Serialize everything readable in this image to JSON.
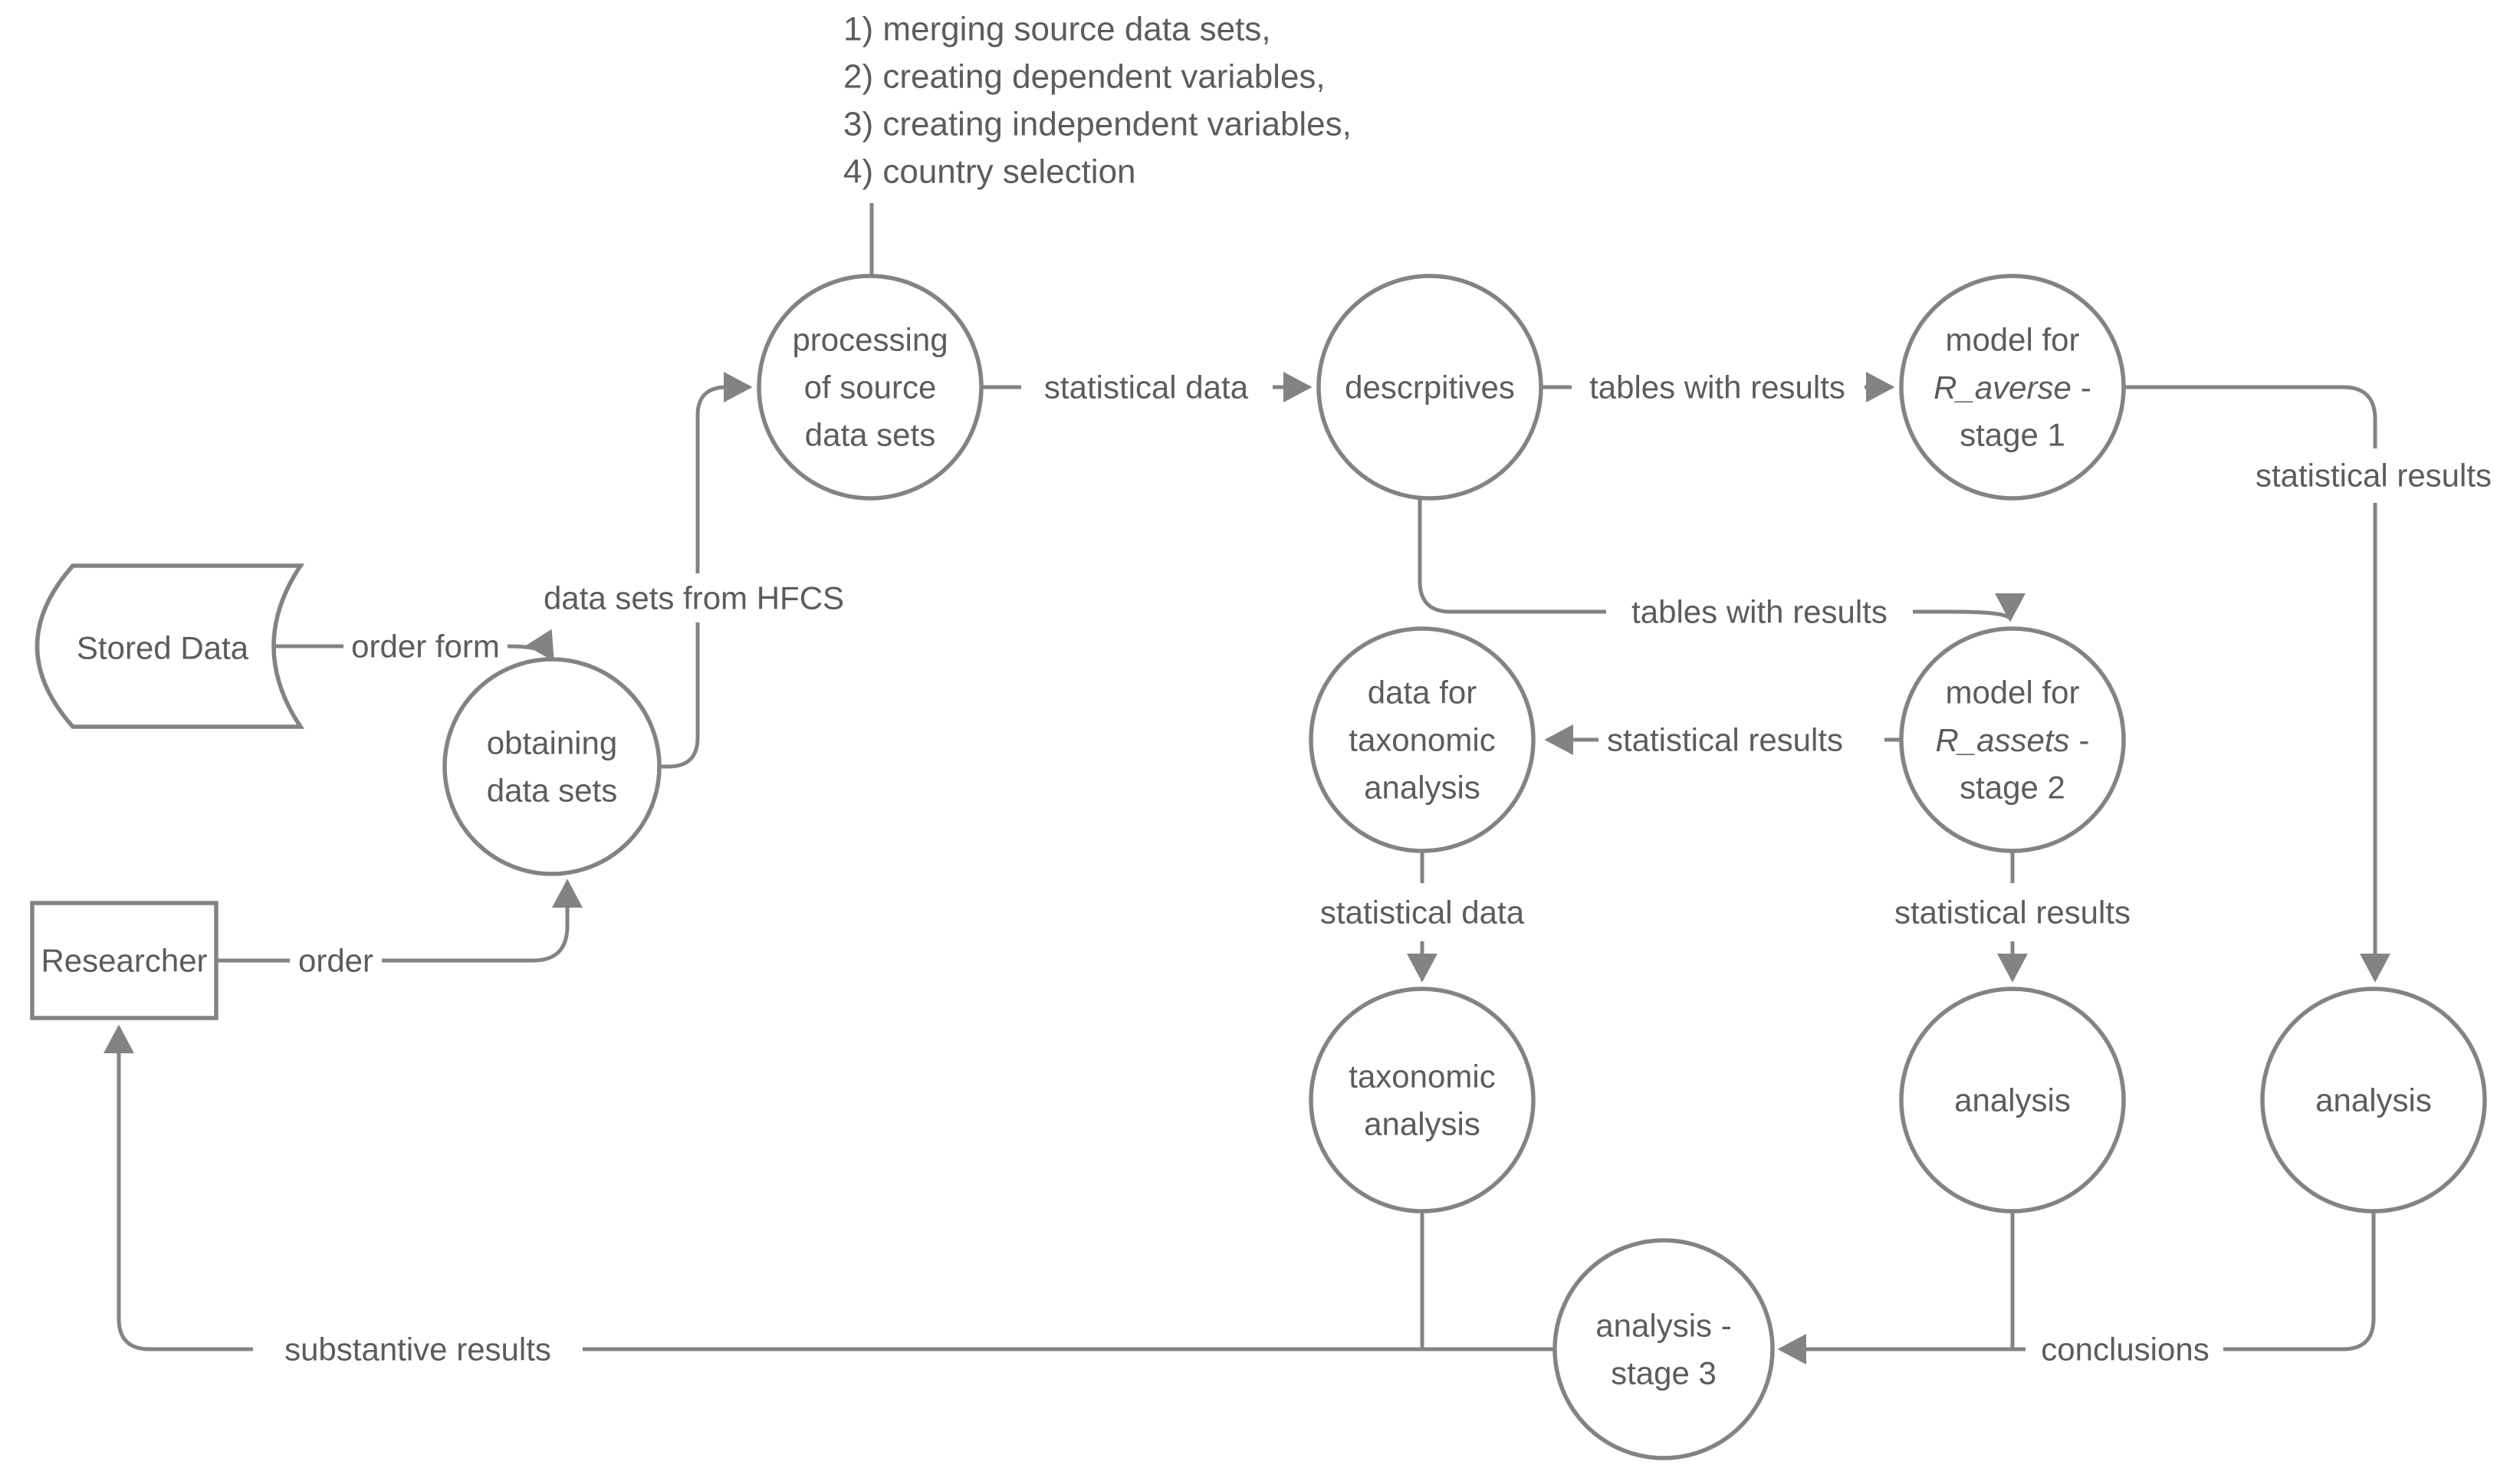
{
  "colors": {
    "line": "#838383",
    "text": "#5c5c5c",
    "stored_data_stroke": "#F8A455",
    "background": "#ffffff"
  },
  "notes": {
    "lines": [
      "1) merging source data sets,",
      "2) creating dependent variables,",
      "3) creating independent variables,",
      "4) country selection"
    ]
  },
  "entities": {
    "stored_data": "Stored Data",
    "researcher": "Researcher"
  },
  "nodes": {
    "obtaining": [
      "obtaining",
      "data sets"
    ],
    "processing": [
      "processing",
      "of source",
      "data sets"
    ],
    "descriptives": [
      "descrpitives"
    ],
    "model_averse": {
      "l1": "model for",
      "l2_italic": "R_averse",
      "l2_dash": "-",
      "l3": "stage 1"
    },
    "data_taxonomic": [
      "data for",
      "taxonomic",
      "analysis"
    ],
    "model_assets": {
      "l1": "model for",
      "l2_italic": "R_assets",
      "l2_dash": "-",
      "l3": "stage 2"
    },
    "taxonomic": [
      "taxonomic",
      "analysis"
    ],
    "analysis_assets": [
      "analysis"
    ],
    "analysis_averse": [
      "analysis"
    ],
    "analysis_stage3": [
      "analysis -",
      "stage 3"
    ]
  },
  "flows": {
    "order_form": "order form",
    "order": "order",
    "hfcs": "data sets from HFCS",
    "statistical_data_1": "statistical data",
    "tables_1": "tables with results",
    "tables_2": "tables with results",
    "stat_results_assets": "statistical results",
    "statistical_data_2": "statistical data",
    "stat_results_down": "statistical results",
    "stat_results_averse": "statistical results",
    "substantive": "substantive results",
    "conclusions": "conclusions"
  }
}
